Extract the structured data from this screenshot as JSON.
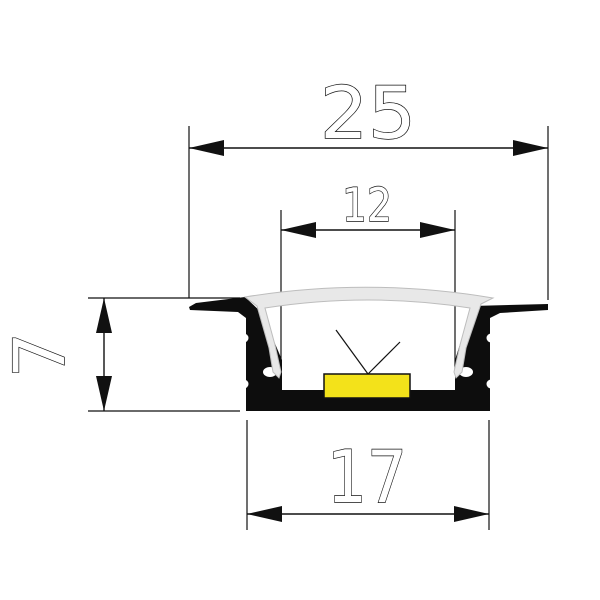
{
  "dimensions": {
    "overall_width": "25",
    "opening_width": "12",
    "base_width": "17",
    "height": "7"
  },
  "colors": {
    "profile": "#0d0d0d",
    "diffuser": "#e8e8e8",
    "led_strip": "#f3e21a",
    "lines": "#111111"
  }
}
